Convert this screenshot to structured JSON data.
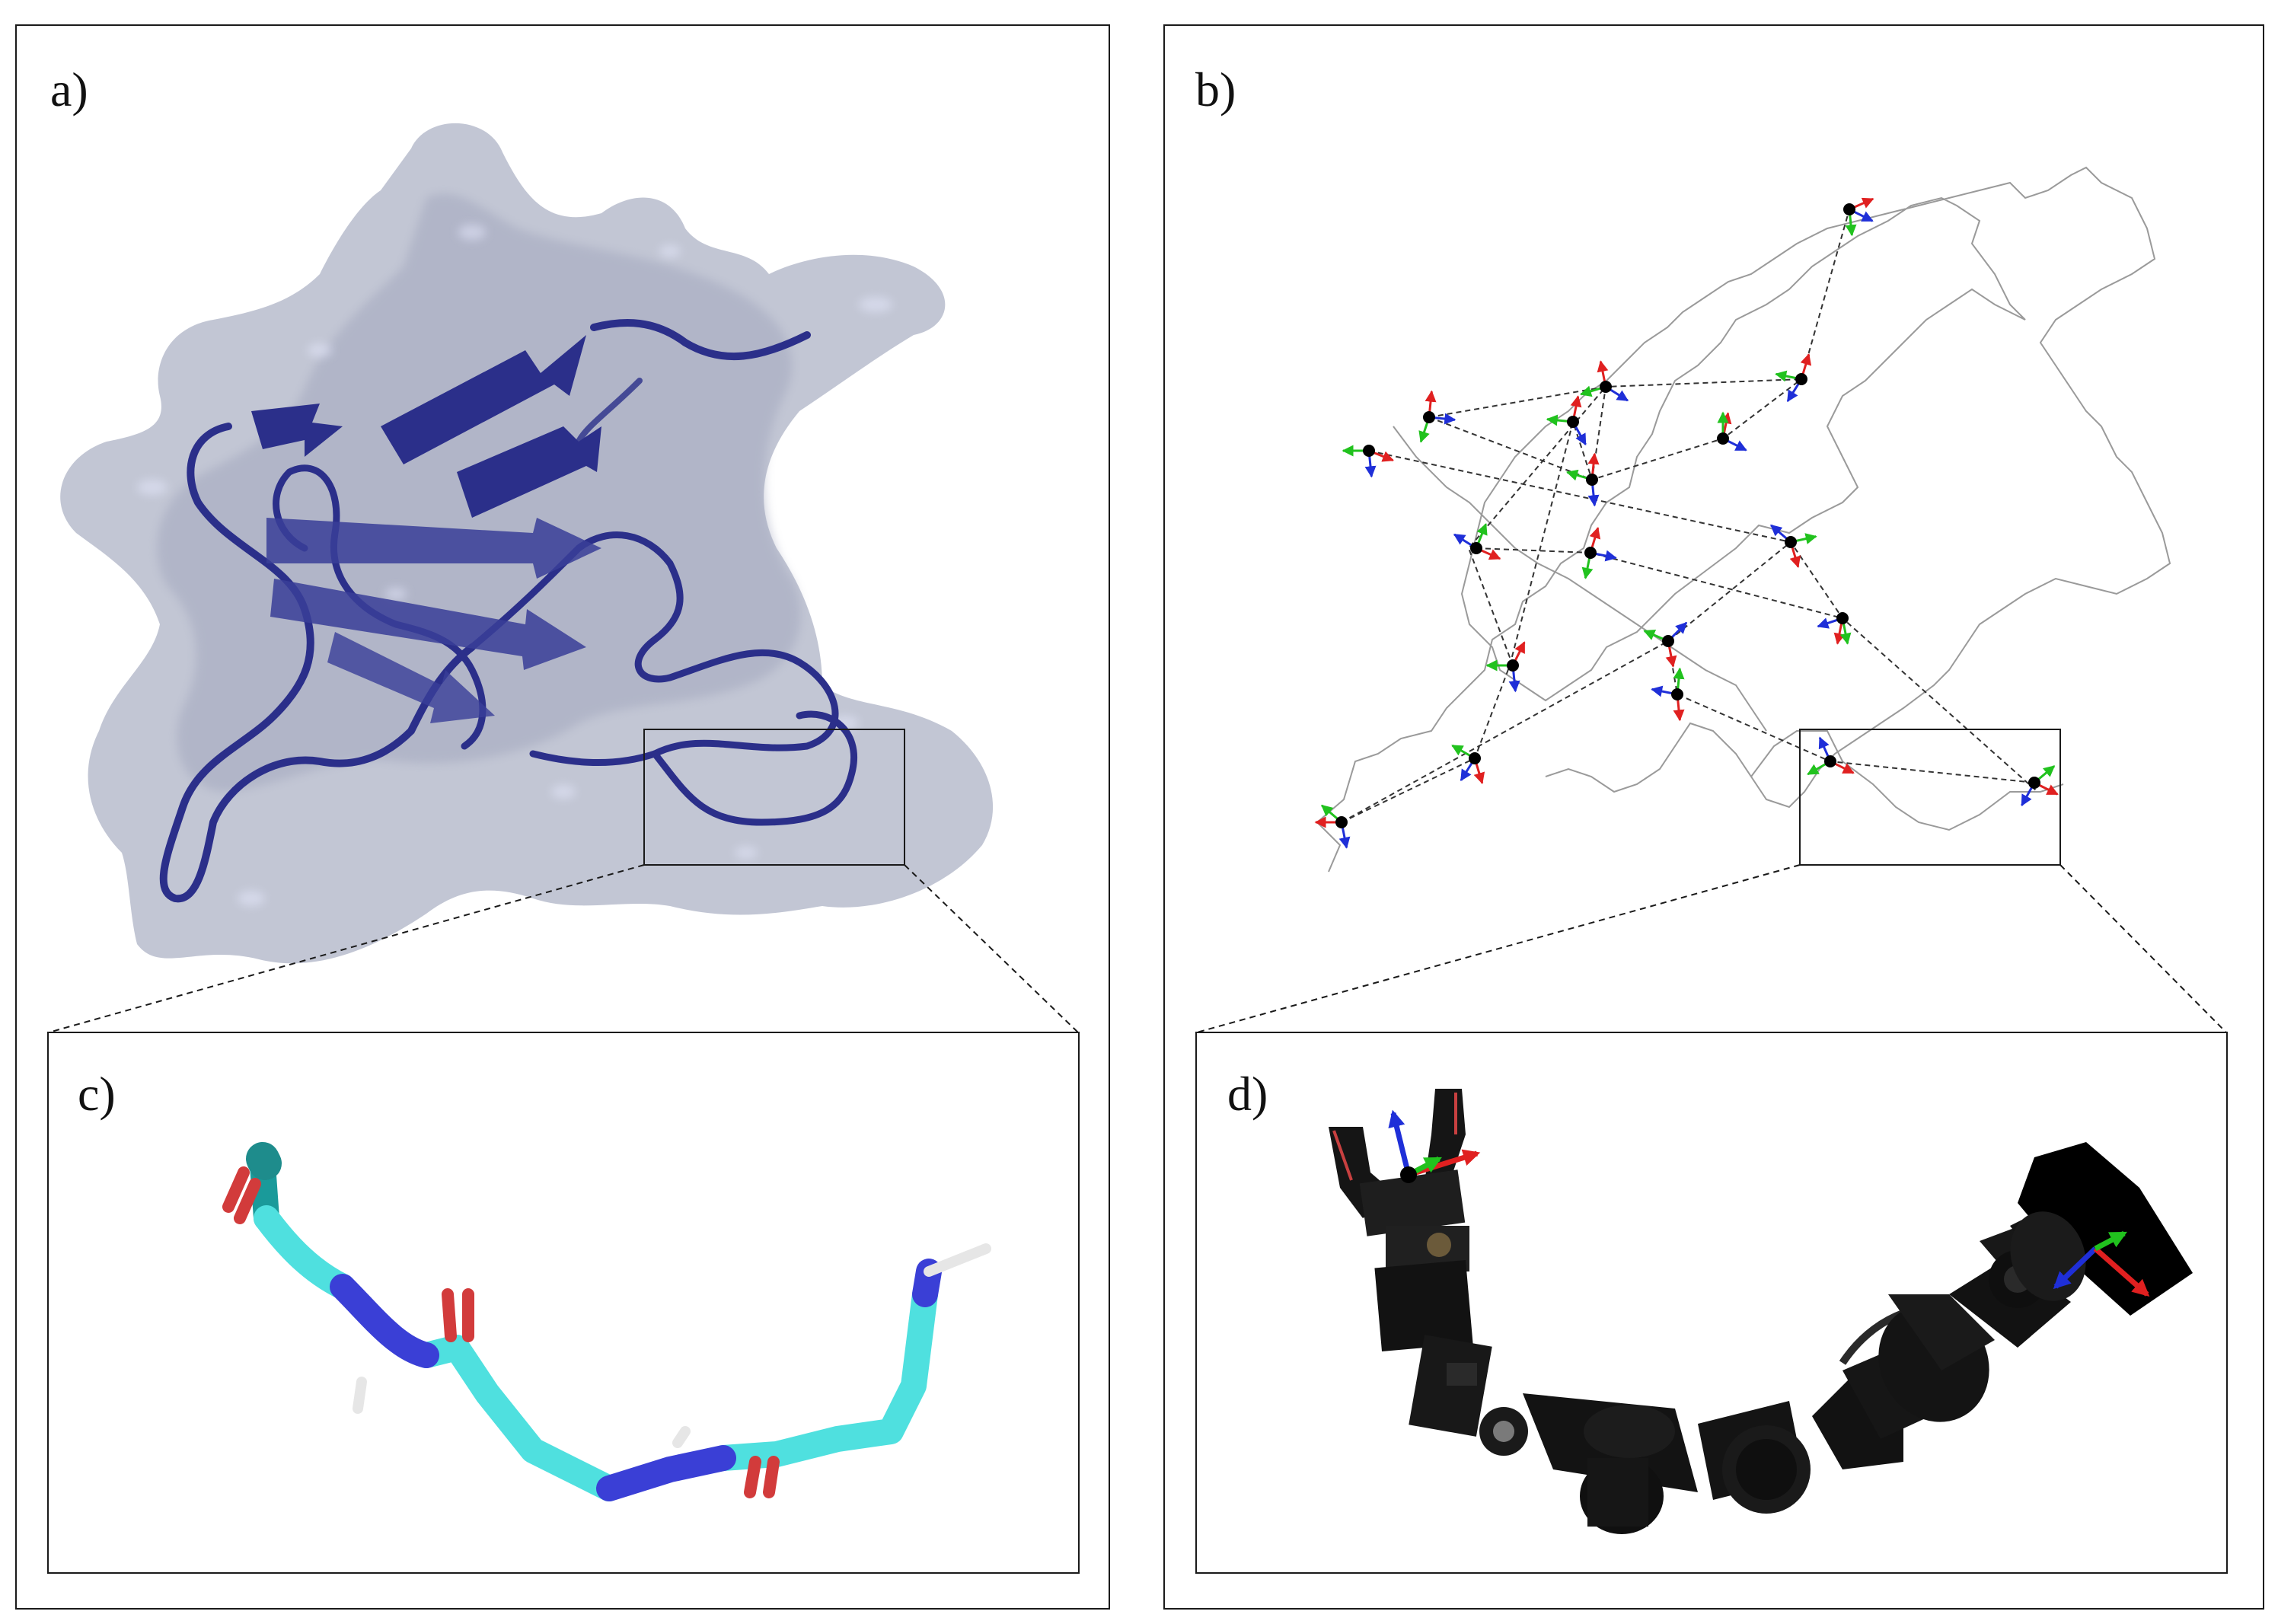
{
  "panels": {
    "a": {
      "label": "a)"
    },
    "b": {
      "label": "b)"
    },
    "c": {
      "label": "c)"
    },
    "d": {
      "label": "d)"
    }
  },
  "colors": {
    "surface": "#b7bccd",
    "ribbon": "#2b2f8a",
    "carbon": "#4fe0df",
    "nitrogen": "#3a3fd6",
    "oxygen": "#d23b3b",
    "hydrogen": "#e6e6e6",
    "axis_x": "#e02020",
    "axis_y": "#21c21e",
    "axis_z": "#1f2fd8",
    "robot": "#151515"
  }
}
